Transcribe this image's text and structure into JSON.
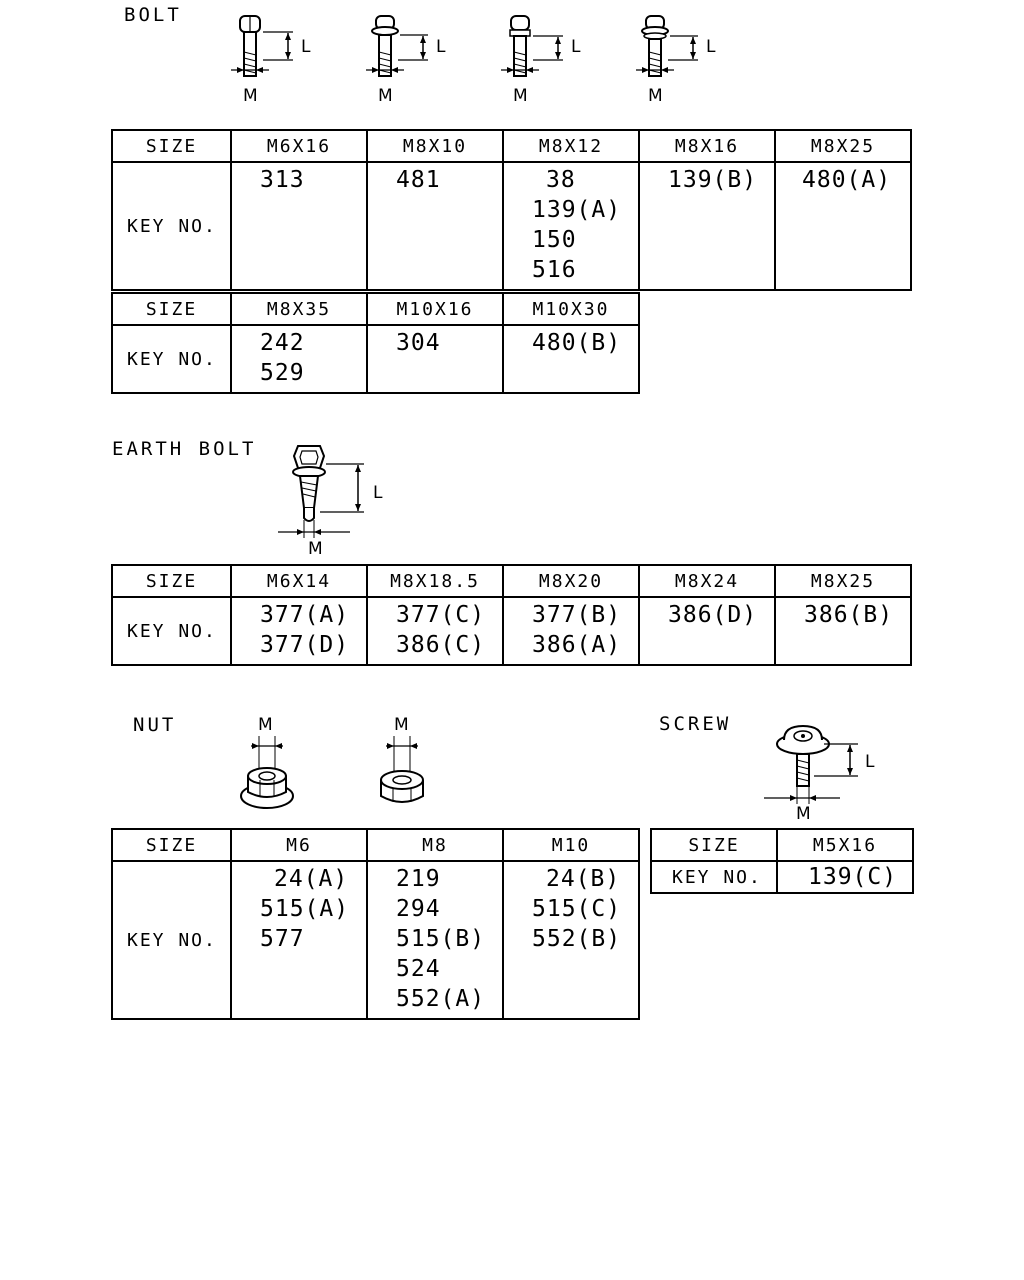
{
  "bolt": {
    "title": "BOLT",
    "dim_l": "L",
    "dim_m": "M",
    "table1": {
      "size_label": "SIZE",
      "key_label": "KEY NO.",
      "columns": [
        {
          "size": "M6X16",
          "keys": [
            "313"
          ]
        },
        {
          "size": "M8X10",
          "keys": [
            "481"
          ]
        },
        {
          "size": "M8X12",
          "keys": [
            "38",
            "139(A)",
            "150",
            "516"
          ]
        },
        {
          "size": "M8X16",
          "keys": [
            "139(B)"
          ]
        },
        {
          "size": "M8X25",
          "keys": [
            "480(A)"
          ]
        }
      ]
    },
    "table2": {
      "size_label": "SIZE",
      "key_label": "KEY NO.",
      "columns": [
        {
          "size": "M8X35",
          "keys": [
            "242",
            "529"
          ]
        },
        {
          "size": "M10X16",
          "keys": [
            "304"
          ]
        },
        {
          "size": "M10X30",
          "keys": [
            "480(B)"
          ]
        }
      ]
    }
  },
  "earth_bolt": {
    "title": "EARTH BOLT",
    "dim_l": "L",
    "dim_m": "M",
    "table": {
      "size_label": "SIZE",
      "key_label": "KEY NO.",
      "columns": [
        {
          "size": "M6X14",
          "keys": [
            "377(A)",
            "377(D)"
          ]
        },
        {
          "size": "M8X18.5",
          "keys": [
            "377(C)",
            "386(C)"
          ]
        },
        {
          "size": "M8X20",
          "keys": [
            "377(B)",
            "386(A)"
          ]
        },
        {
          "size": "M8X24",
          "keys": [
            "386(D)"
          ]
        },
        {
          "size": "M8X25",
          "keys": [
            "386(B)"
          ]
        }
      ]
    }
  },
  "nut": {
    "title": "NUT",
    "dim_m": "M",
    "table": {
      "size_label": "SIZE",
      "key_label": "KEY NO.",
      "columns": [
        {
          "size": "M6",
          "keys": [
            "24(A)",
            "515(A)",
            "577"
          ]
        },
        {
          "size": "M8",
          "keys": [
            "219",
            "294",
            "515(B)",
            "524",
            "552(A)"
          ]
        },
        {
          "size": "M10",
          "keys": [
            "24(B)",
            "515(C)",
            "552(B)"
          ]
        }
      ]
    }
  },
  "screw": {
    "title": "SCREW",
    "dim_l": "L",
    "dim_m": "M",
    "table": {
      "size_label": "SIZE",
      "key_label": "KEY NO.",
      "columns": [
        {
          "size": "M5X16",
          "keys": [
            "139(C)"
          ]
        }
      ]
    }
  }
}
